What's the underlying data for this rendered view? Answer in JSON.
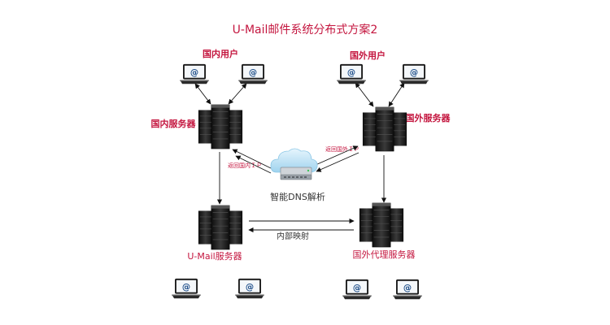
{
  "title": "U-Mail邮件系统分布式方案2",
  "labels": {
    "domestic_users": "国内用户",
    "foreign_users": "国外用户",
    "domestic_server": "国内服务器",
    "foreign_server": "国外服务器",
    "umail_server": "U-Mail服务器",
    "foreign_proxy": "国外代理服务器",
    "dns": "智能DNS解析",
    "internal_mapping": "内部映射",
    "return_domestic_ip": "返回国内ＩＰ",
    "return_foreign_ip": "返回国外ＩＰ"
  },
  "icons": {
    "laptop_glyph": "@"
  },
  "colors": {
    "accent_red": "#c4163f",
    "dark_text": "#333333",
    "dns_cloud": "#bfe3f5"
  }
}
